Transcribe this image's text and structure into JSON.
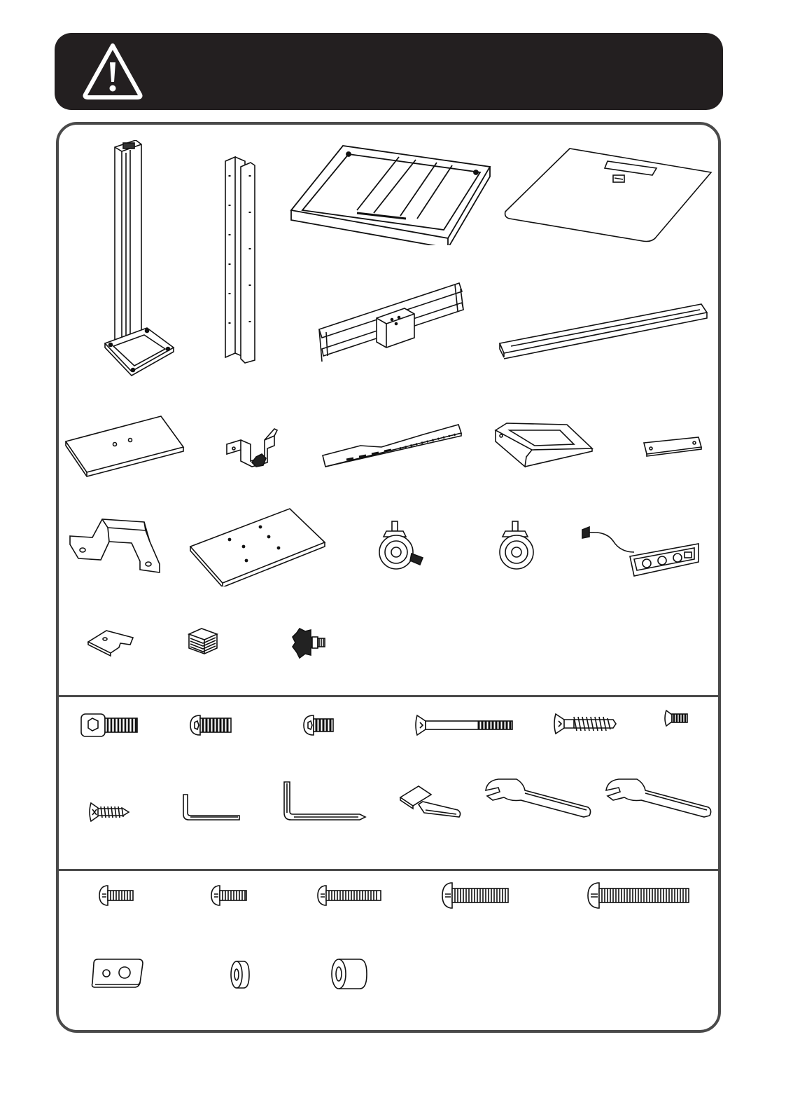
{
  "banner": {
    "icon": "warning-icon",
    "background": "#231f20",
    "text": ""
  },
  "sections": [
    {
      "name": "components",
      "items": [
        "column-with-base",
        "column-channel",
        "tray-frame",
        "top-panel",
        "camera-crossbar",
        "long-rail",
        "base-plate",
        "knob-bracket",
        "slotted-arm",
        "shelf-bracket",
        "small-strip-plate",
        "u-bracket",
        "mounting-plate",
        "locking-caster",
        "caster",
        "power-strip",
        "slotted-washer",
        "end-cap",
        "star-knob"
      ]
    },
    {
      "name": "hardware",
      "items": [
        "socket-cap-bolt",
        "button-head-bolt-large",
        "button-head-bolt-small",
        "long-countersunk-bolt",
        "countersunk-wood-screw",
        "small-countersunk-screw",
        "self-tapping-screw",
        "small-allen-key",
        "large-allen-key",
        "spreader-tool",
        "open-wrench-1",
        "open-wrench-2"
      ]
    },
    {
      "name": "tv-mounting",
      "items": [
        "m4-screw-short",
        "m4-screw-medium",
        "m4-screw-long",
        "m6-screw",
        "m8-screw",
        "two-hole-washer",
        "small-spacer",
        "large-spacer"
      ]
    }
  ]
}
